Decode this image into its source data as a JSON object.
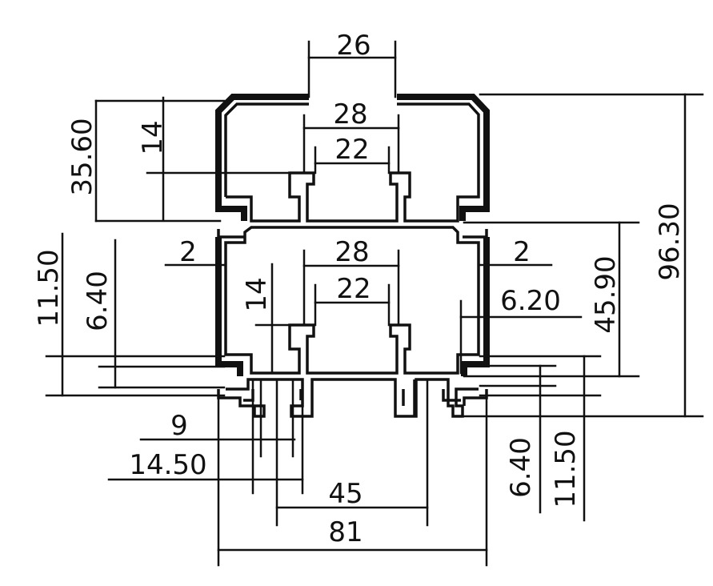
{
  "drawing": {
    "colors": {
      "line": "#111111",
      "background": "#ffffff"
    },
    "dimensions": {
      "top_opening": "26",
      "upper_slot_outer": "28",
      "upper_slot_inner": "22",
      "upper_side_height": "14",
      "upper_total_height": "35.60",
      "mid_slot_outer": "28",
      "mid_slot_inner": "22",
      "mid_side_height": "14",
      "left_wall": "2",
      "right_wall": "2",
      "right_offset": "6.20",
      "left_outer": "11.50",
      "left_inner": "6.40",
      "right_height": "45.90",
      "total_height": "96.30",
      "bottom_9": "9",
      "bottom_14_50": "14.50",
      "bottom_45": "45",
      "total_width": "81",
      "right_inner": "6.40",
      "right_outer": "11.50"
    }
  }
}
